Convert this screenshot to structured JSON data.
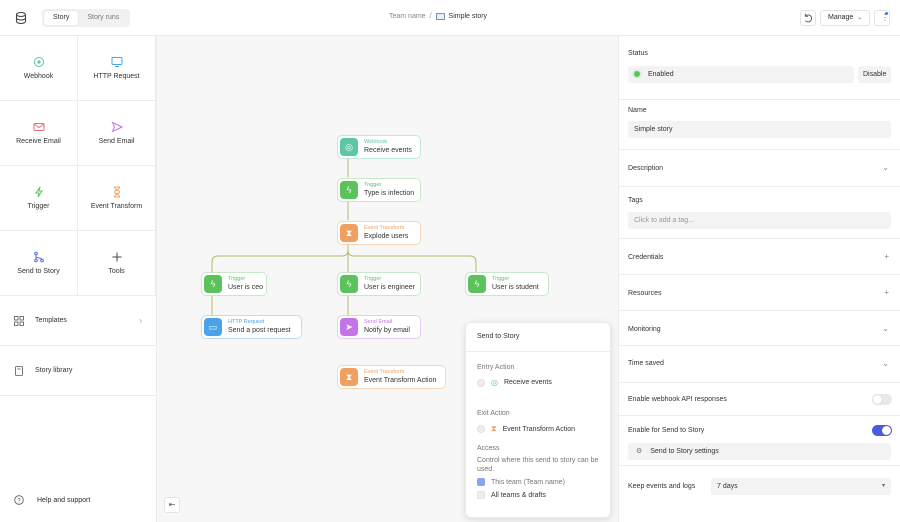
{
  "header": {
    "tabs": [
      {
        "label": "Story"
      },
      {
        "label": "Story runs"
      }
    ],
    "breadcrumb_team": "Team name",
    "breadcrumb_sep": "/",
    "story_name": "Simple story",
    "manage_label": "Manage"
  },
  "actions": [
    {
      "label": "Webhook",
      "icon": "webhook-icon",
      "color": "#5cc6a6"
    },
    {
      "label": "HTTP Request",
      "icon": "monitor-icon",
      "color": "#4aa3e8"
    },
    {
      "label": "Receive Email",
      "icon": "mail-icon",
      "color": "#e86a7a"
    },
    {
      "label": "Send Email",
      "icon": "send-icon",
      "color": "#c274e8"
    },
    {
      "label": "Trigger",
      "icon": "bolt-icon",
      "color": "#5cc35c"
    },
    {
      "label": "Event Transform",
      "icon": "hourglass-icon",
      "color": "#f0a060"
    },
    {
      "label": "Send to Story",
      "icon": "branch-icon",
      "color": "#5a6be0"
    },
    {
      "label": "Tools",
      "icon": "plus-icon",
      "color": "#555555"
    }
  ],
  "sidebar": {
    "templates": "Templates",
    "library": "Story library",
    "help": "Help and support"
  },
  "nodes": [
    {
      "type": "Webhook",
      "name": "Receive events",
      "color": "#5cc6a6",
      "border": "#bfe9dc",
      "glyph": "◎"
    },
    {
      "type": "Trigger",
      "name": "Type is infection",
      "color": "#5cc35c",
      "border": "#c6eac6",
      "glyph": "ϟ"
    },
    {
      "type": "Event Transform",
      "name": "Explode users",
      "color": "#f0a060",
      "border": "#f6d6b8",
      "glyph": "⧗"
    },
    {
      "type": "Trigger",
      "name": "User is ceo",
      "color": "#5cc35c",
      "border": "#c6eac6",
      "glyph": "ϟ"
    },
    {
      "type": "Trigger",
      "name": "User is engineer",
      "color": "#5cc35c",
      "border": "#c6eac6",
      "glyph": "ϟ"
    },
    {
      "type": "Trigger",
      "name": "User is student",
      "color": "#5cc35c",
      "border": "#c6eac6",
      "glyph": "ϟ"
    },
    {
      "type": "HTTP Request",
      "name": "Send a post request",
      "color": "#4aa3e8",
      "border": "#bfdcf3",
      "glyph": "▭"
    },
    {
      "type": "Send Email",
      "name": "Notify by email",
      "color": "#c274e8",
      "border": "#e6cbf4",
      "glyph": "➤"
    },
    {
      "type": "Event Transform",
      "name": "Event Transform Action",
      "color": "#f0a060",
      "border": "#f6d6b8",
      "glyph": "⧗"
    }
  ],
  "popover": {
    "title": "Send to Story",
    "entry_label": "Entry Action",
    "entry_value": "Receive events",
    "exit_label": "Exit Action",
    "exit_value": "Event Transform Action",
    "access_label": "Access",
    "access_desc": "Control where this send to story can be used.",
    "option_team": "This team (Team name)",
    "option_all": "All teams & drafts"
  },
  "panel": {
    "status_label": "Status",
    "status_value": "Enabled",
    "disable_label": "Disable",
    "name_label": "Name",
    "name_value": "Simple story",
    "description_label": "Description",
    "tags_label": "Tags",
    "tags_placeholder": "Click to add a tag...",
    "credentials_label": "Credentials",
    "resources_label": "Resources",
    "monitoring_label": "Monitoring",
    "time_saved_label": "Time saved",
    "webhook_api_label": "Enable webhook API responses",
    "webhook_api_on": false,
    "send_to_story_label": "Enable for Send to Story",
    "send_to_story_on": true,
    "send_to_story_settings": "Send to Story settings",
    "keep_events_label": "Keep events and logs",
    "keep_events_value": "7 days"
  },
  "colors": {
    "accent": "#4a5ce0",
    "enabled": "#5cc35c",
    "edge": "#b5b86a"
  }
}
